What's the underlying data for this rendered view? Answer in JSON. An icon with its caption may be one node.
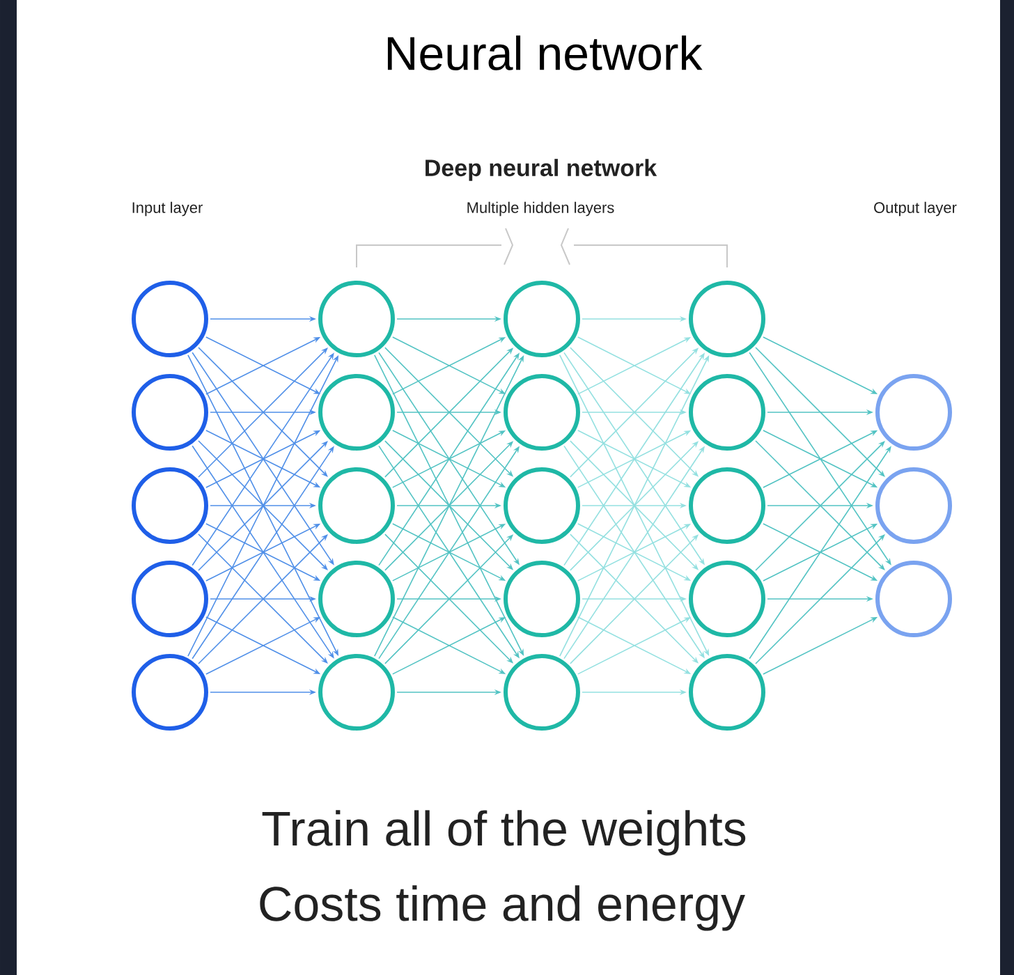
{
  "diagram": {
    "title": "Neural network",
    "nodes": [
      {
        "text": [],
        "shape": "circle"
      },
      {
        "text": [],
        "shape": "circle"
      },
      {
        "text": [],
        "shape": "circle"
      },
      {
        "text": [],
        "shape": "circle"
      },
      {
        "text": [],
        "shape": "circle"
      },
      {
        "text": [],
        "shape": "circle"
      },
      {
        "text": [],
        "shape": "circle"
      },
      {
        "text": [],
        "shape": "circle"
      },
      {
        "text": [],
        "shape": "circle"
      },
      {
        "text": [],
        "shape": "circle"
      },
      {
        "text": [],
        "shape": "circle"
      },
      {
        "text": [],
        "shape": "circle"
      },
      {
        "text": [],
        "shape": "circle"
      },
      {
        "text": [],
        "shape": "circle"
      },
      {
        "text": [],
        "shape": "circle"
      },
      {
        "text": [],
        "shape": "circle"
      },
      {
        "text": [],
        "shape": "circle"
      },
      {
        "text": [],
        "shape": "circle"
      },
      {
        "text": [],
        "shape": "circle"
      },
      {
        "text": [],
        "shape": "circle"
      },
      {
        "text": [],
        "shape": "circle"
      },
      {
        "text": [],
        "shape": "circle"
      },
      {
        "text": [],
        "shape": "circle"
      }
    ],
    "edges": [
      {
        "from": 0,
        "to": 5,
        "arrow": "to",
        "color": "#4f8fe8"
      },
      {
        "from": 0,
        "to": 6,
        "arrow": "to",
        "color": "#4f8fe8"
      },
      {
        "from": 0,
        "to": 7,
        "arrow": "to",
        "color": "#4f8fe8"
      },
      {
        "from": 0,
        "to": 8,
        "arrow": "to",
        "color": "#4f8fe8"
      },
      {
        "from": 0,
        "to": 9,
        "arrow": "to",
        "color": "#4f8fe8"
      },
      {
        "from": 1,
        "to": 5,
        "arrow": "to",
        "color": "#4f8fe8"
      },
      {
        "from": 1,
        "to": 6,
        "arrow": "to",
        "color": "#4f8fe8"
      },
      {
        "from": 1,
        "to": 7,
        "arrow": "to",
        "color": "#4f8fe8"
      },
      {
        "from": 1,
        "to": 8,
        "arrow": "to",
        "color": "#4f8fe8"
      },
      {
        "from": 1,
        "to": 9,
        "arrow": "to",
        "color": "#4f8fe8"
      },
      {
        "from": 2,
        "to": 5,
        "arrow": "to",
        "color": "#4f8fe8"
      },
      {
        "from": 2,
        "to": 6,
        "arrow": "to",
        "color": "#4f8fe8"
      },
      {
        "from": 2,
        "to": 7,
        "arrow": "to",
        "color": "#4f8fe8"
      },
      {
        "from": 2,
        "to": 8,
        "arrow": "to",
        "color": "#4f8fe8"
      },
      {
        "from": 2,
        "to": 9,
        "arrow": "to",
        "color": "#4f8fe8"
      },
      {
        "from": 3,
        "to": 5,
        "arrow": "to",
        "color": "#4f8fe8"
      },
      {
        "from": 3,
        "to": 6,
        "arrow": "to",
        "color": "#4f8fe8"
      },
      {
        "from": 3,
        "to": 7,
        "arrow": "to",
        "color": "#4f8fe8"
      },
      {
        "from": 3,
        "to": 8,
        "arrow": "to",
        "color": "#4f8fe8"
      },
      {
        "from": 3,
        "to": 9,
        "arrow": "to",
        "color": "#4f8fe8"
      },
      {
        "from": 4,
        "to": 5,
        "arrow": "to",
        "color": "#4f8fe8"
      },
      {
        "from": 4,
        "to": 6,
        "arrow": "to",
        "color": "#4f8fe8"
      },
      {
        "from": 4,
        "to": 7,
        "arrow": "to",
        "color": "#4f8fe8"
      },
      {
        "from": 4,
        "to": 8,
        "arrow": "to",
        "color": "#4f8fe8"
      },
      {
        "from": 4,
        "to": 9,
        "arrow": "to",
        "color": "#4f8fe8"
      },
      {
        "from": 5,
        "to": 10,
        "arrow": "to"
      },
      {
        "from": 5,
        "to": 11,
        "arrow": "to"
      },
      {
        "from": 5,
        "to": 12,
        "arrow": "to"
      },
      {
        "from": 5,
        "to": 13,
        "arrow": "to"
      },
      {
        "from": 5,
        "to": 14,
        "arrow": "to"
      },
      {
        "from": 6,
        "to": 10,
        "arrow": "to"
      },
      {
        "from": 6,
        "to": 11,
        "arrow": "to"
      },
      {
        "from": 6,
        "to": 12,
        "arrow": "to"
      },
      {
        "from": 6,
        "to": 13,
        "arrow": "to"
      },
      {
        "from": 6,
        "to": 14,
        "arrow": "to"
      },
      {
        "from": 7,
        "to": 10,
        "arrow": "to"
      },
      {
        "from": 7,
        "to": 11,
        "arrow": "to"
      },
      {
        "from": 7,
        "to": 12,
        "arrow": "to"
      },
      {
        "from": 7,
        "to": 13,
        "arrow": "to"
      },
      {
        "from": 7,
        "to": 14,
        "arrow": "to"
      },
      {
        "from": 8,
        "to": 10,
        "arrow": "to"
      },
      {
        "from": 8,
        "to": 11,
        "arrow": "to"
      },
      {
        "from": 8,
        "to": 12,
        "arrow": "to"
      },
      {
        "from": 8,
        "to": 13,
        "arrow": "to"
      },
      {
        "from": 8,
        "to": 14,
        "arrow": "to"
      },
      {
        "from": 9,
        "to": 10,
        "arrow": "to"
      },
      {
        "from": 9,
        "to": 11,
        "arrow": "to"
      },
      {
        "from": 9,
        "to": 12,
        "arrow": "to"
      },
      {
        "from": 9,
        "to": 13,
        "arrow": "to"
      },
      {
        "from": 9,
        "to": 14,
        "arrow": "to"
      },
      {
        "from": 10,
        "to": 15,
        "arrow": "to",
        "color": "#93e0e0"
      },
      {
        "from": 10,
        "to": 16,
        "arrow": "to",
        "color": "#93e0e0"
      },
      {
        "from": 10,
        "to": 17,
        "arrow": "to",
        "color": "#93e0e0"
      },
      {
        "from": 10,
        "to": 18,
        "arrow": "to",
        "color": "#93e0e0"
      },
      {
        "from": 10,
        "to": 19,
        "arrow": "to",
        "color": "#93e0e0"
      },
      {
        "from": 11,
        "to": 15,
        "arrow": "to",
        "color": "#93e0e0"
      },
      {
        "from": 11,
        "to": 16,
        "arrow": "to",
        "color": "#93e0e0"
      },
      {
        "from": 11,
        "to": 17,
        "arrow": "to",
        "color": "#93e0e0"
      },
      {
        "from": 11,
        "to": 18,
        "arrow": "to",
        "color": "#93e0e0"
      },
      {
        "from": 11,
        "to": 19,
        "arrow": "to",
        "color": "#93e0e0"
      },
      {
        "from": 12,
        "to": 15,
        "arrow": "to",
        "color": "#93e0e0"
      },
      {
        "from": 12,
        "to": 16,
        "arrow": "to",
        "color": "#93e0e0"
      },
      {
        "from": 12,
        "to": 17,
        "arrow": "to",
        "color": "#93e0e0"
      },
      {
        "from": 12,
        "to": 18,
        "arrow": "to",
        "color": "#93e0e0"
      },
      {
        "from": 12,
        "to": 19,
        "arrow": "to",
        "color": "#93e0e0"
      },
      {
        "from": 13,
        "to": 15,
        "arrow": "to",
        "color": "#93e0e0"
      },
      {
        "from": 13,
        "to": 16,
        "arrow": "to",
        "color": "#93e0e0"
      },
      {
        "from": 13,
        "to": 17,
        "arrow": "to",
        "color": "#93e0e0"
      },
      {
        "from": 13,
        "to": 18,
        "arrow": "to",
        "color": "#93e0e0"
      },
      {
        "from": 13,
        "to": 19,
        "arrow": "to",
        "color": "#93e0e0"
      },
      {
        "from": 14,
        "to": 15,
        "arrow": "to",
        "color": "#93e0e0"
      },
      {
        "from": 14,
        "to": 16,
        "arrow": "to",
        "color": "#93e0e0"
      },
      {
        "from": 14,
        "to": 17,
        "arrow": "to",
        "color": "#93e0e0"
      },
      {
        "from": 14,
        "to": 18,
        "arrow": "to",
        "color": "#93e0e0"
      },
      {
        "from": 14,
        "to": 19,
        "arrow": "to",
        "color": "#93e0e0"
      },
      {
        "from": 15,
        "to": 20,
        "arrow": "to"
      },
      {
        "from": 15,
        "to": 21,
        "arrow": "to"
      },
      {
        "from": 15,
        "to": 22,
        "arrow": "to"
      },
      {
        "from": 16,
        "to": 20,
        "arrow": "to"
      },
      {
        "from": 16,
        "to": 21,
        "arrow": "to"
      },
      {
        "from": 16,
        "to": 22,
        "arrow": "to"
      },
      {
        "from": 17,
        "to": 20,
        "arrow": "to"
      },
      {
        "from": 17,
        "to": 21,
        "arrow": "to"
      },
      {
        "from": 17,
        "to": 22,
        "arrow": "to"
      },
      {
        "from": 18,
        "to": 20,
        "arrow": "to"
      },
      {
        "from": 18,
        "to": 21,
        "arrow": "to"
      },
      {
        "from": 18,
        "to": 22,
        "arrow": "to"
      },
      {
        "from": 19,
        "to": 20,
        "arrow": "to"
      },
      {
        "from": 19,
        "to": 21,
        "arrow": "to"
      },
      {
        "from": 19,
        "to": 22,
        "arrow": "to"
      }
    ],
    "labels": [
      "Deep neural network",
      "Input layer",
      "Multiple hidden layers",
      "Output layer",
      "Train all of the weights",
      "Costs time and energy"
    ]
  }
}
